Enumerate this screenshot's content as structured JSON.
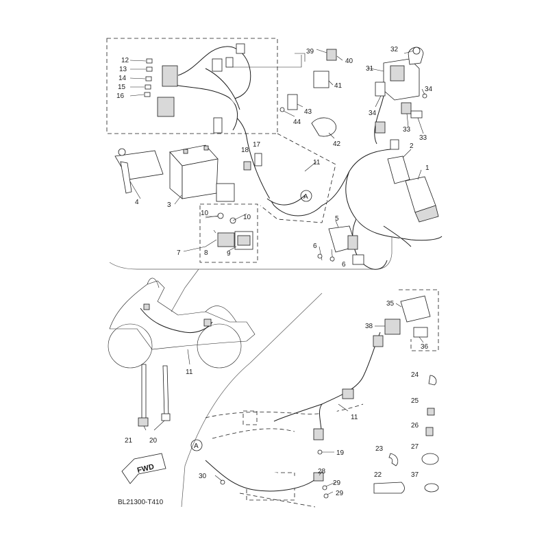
{
  "diagram": {
    "code": "BL21300-T410",
    "fwd_label": "FWD",
    "ref_letter": "A",
    "callouts": {
      "c1": "1",
      "c2": "2",
      "c3": "3",
      "c4": "4",
      "c5": "5",
      "c6a": "6",
      "c6b": "6",
      "c7": "7",
      "c8": "8",
      "c9": "9",
      "c10a": "10",
      "c10b": "10",
      "c11a": "11",
      "c11b": "11",
      "c11c": "11",
      "c12": "12",
      "c13": "13",
      "c14": "14",
      "c15": "15",
      "c16": "16",
      "c17": "17",
      "c18": "18",
      "c19": "19",
      "c20": "20",
      "c21": "21",
      "c22": "22",
      "c23": "23",
      "c24": "24",
      "c25": "25",
      "c26": "26",
      "c27": "27",
      "c28": "28",
      "c29a": "29",
      "c29b": "29",
      "c30": "30",
      "c31": "31",
      "c32": "32",
      "c33a": "33",
      "c33b": "33",
      "c34a": "34",
      "c34b": "34",
      "c35": "35",
      "c36": "36",
      "c37": "37",
      "c38": "38",
      "c39": "39",
      "c40": "40",
      "c41": "41",
      "c42": "42",
      "c43": "43",
      "c44": "44"
    }
  }
}
